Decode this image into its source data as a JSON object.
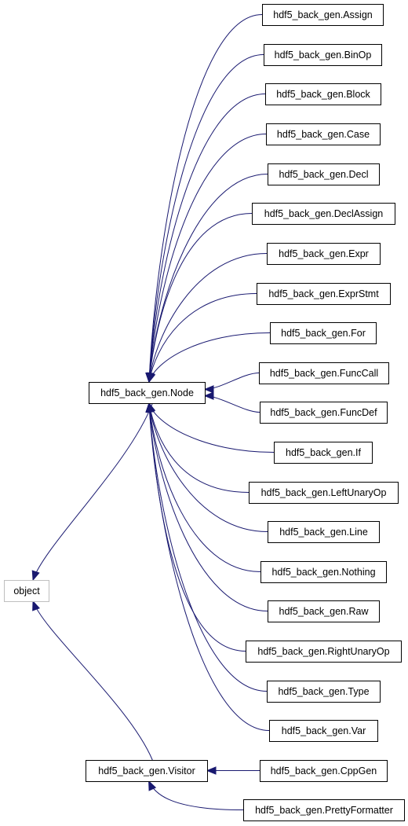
{
  "diagram": {
    "nodes": [
      {
        "id": "object",
        "label": "object",
        "style": "gray"
      },
      {
        "id": "node",
        "label": "hdf5_back_gen.Node"
      },
      {
        "id": "visitor",
        "label": "hdf5_back_gen.Visitor"
      },
      {
        "id": "assign",
        "label": "hdf5_back_gen.Assign"
      },
      {
        "id": "binop",
        "label": "hdf5_back_gen.BinOp"
      },
      {
        "id": "block",
        "label": "hdf5_back_gen.Block"
      },
      {
        "id": "case",
        "label": "hdf5_back_gen.Case"
      },
      {
        "id": "decl",
        "label": "hdf5_back_gen.Decl"
      },
      {
        "id": "declassign",
        "label": "hdf5_back_gen.DeclAssign"
      },
      {
        "id": "expr",
        "label": "hdf5_back_gen.Expr"
      },
      {
        "id": "exprstmt",
        "label": "hdf5_back_gen.ExprStmt"
      },
      {
        "id": "for",
        "label": "hdf5_back_gen.For"
      },
      {
        "id": "funccall",
        "label": "hdf5_back_gen.FuncCall"
      },
      {
        "id": "funcdef",
        "label": "hdf5_back_gen.FuncDef"
      },
      {
        "id": "if",
        "label": "hdf5_back_gen.If"
      },
      {
        "id": "leftunaryop",
        "label": "hdf5_back_gen.LeftUnaryOp"
      },
      {
        "id": "line",
        "label": "hdf5_back_gen.Line"
      },
      {
        "id": "nothing",
        "label": "hdf5_back_gen.Nothing"
      },
      {
        "id": "raw",
        "label": "hdf5_back_gen.Raw"
      },
      {
        "id": "rightunaryop",
        "label": "hdf5_back_gen.RightUnaryOp"
      },
      {
        "id": "type",
        "label": "hdf5_back_gen.Type"
      },
      {
        "id": "var",
        "label": "hdf5_back_gen.Var"
      },
      {
        "id": "cppgen",
        "label": "hdf5_back_gen.CppGen"
      },
      {
        "id": "prettyformatter",
        "label": "hdf5_back_gen.PrettyFormatter"
      }
    ],
    "edges": [
      {
        "from": "node",
        "to": "object"
      },
      {
        "from": "visitor",
        "to": "object"
      },
      {
        "from": "assign",
        "to": "node"
      },
      {
        "from": "binop",
        "to": "node"
      },
      {
        "from": "block",
        "to": "node"
      },
      {
        "from": "case",
        "to": "node"
      },
      {
        "from": "decl",
        "to": "node"
      },
      {
        "from": "declassign",
        "to": "node"
      },
      {
        "from": "expr",
        "to": "node"
      },
      {
        "from": "exprstmt",
        "to": "node"
      },
      {
        "from": "for",
        "to": "node"
      },
      {
        "from": "funccall",
        "to": "node"
      },
      {
        "from": "funcdef",
        "to": "node"
      },
      {
        "from": "if",
        "to": "node"
      },
      {
        "from": "leftunaryop",
        "to": "node"
      },
      {
        "from": "line",
        "to": "node"
      },
      {
        "from": "nothing",
        "to": "node"
      },
      {
        "from": "raw",
        "to": "node"
      },
      {
        "from": "rightunaryop",
        "to": "node"
      },
      {
        "from": "type",
        "to": "node"
      },
      {
        "from": "var",
        "to": "node"
      },
      {
        "from": "cppgen",
        "to": "visitor"
      },
      {
        "from": "prettyformatter",
        "to": "visitor"
      }
    ],
    "colors": {
      "edge": "#191970",
      "box_border": "#000000",
      "root_border": "#bfbfbf",
      "background": "#ffffff"
    }
  }
}
